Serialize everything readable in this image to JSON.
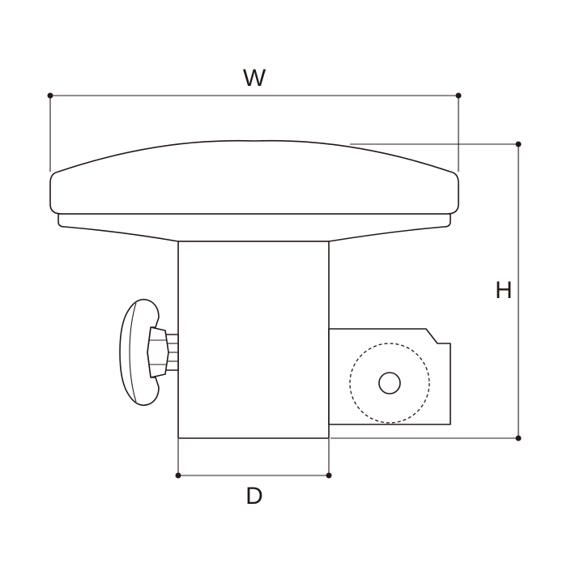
{
  "dimensions": {
    "width_label": "W",
    "height_label": "H",
    "diameter_label": "D"
  },
  "colors": {
    "line": "#231815",
    "background": "#ffffff"
  }
}
